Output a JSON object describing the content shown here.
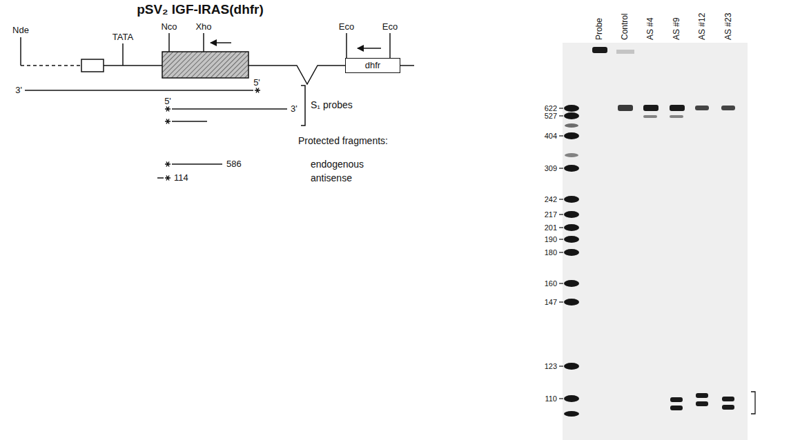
{
  "diagram": {
    "title": "pSV₂ IGF-IRAS(dhfr)",
    "nodes": [
      {
        "text": [
          "dhfr"
        ]
      }
    ],
    "labels": [
      "Nde",
      "TATA",
      "Nco",
      "Xho",
      "Eco",
      "Eco",
      "3'",
      "5'",
      "5'",
      "3'",
      "S₁ probes",
      "Protected fragments:",
      "586",
      "endogenous",
      "114",
      "antisense",
      "Probe",
      "Control",
      "AS #4",
      "AS #9",
      "AS #12",
      "AS #23",
      "622",
      "527",
      "404",
      "309",
      "242",
      "217",
      "201",
      "190",
      "180",
      "160",
      "147",
      "123",
      "110"
    ]
  }
}
